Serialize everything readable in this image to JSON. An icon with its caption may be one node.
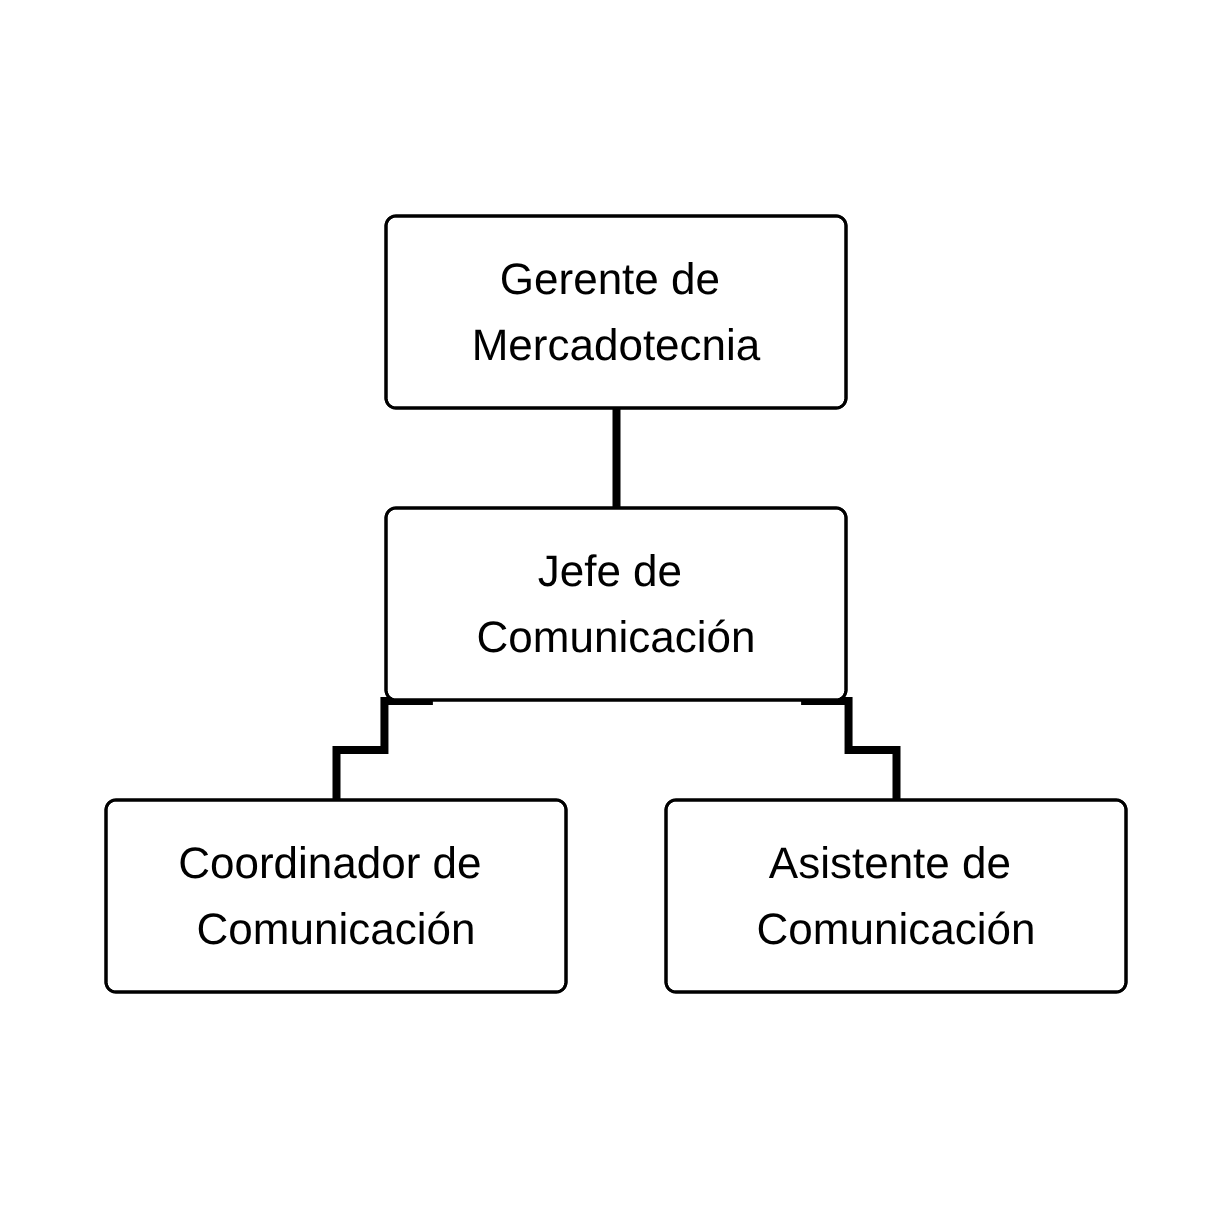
{
  "diagram": {
    "nodes": [
      {
        "text": [
          "Gerente de Mercadotecnia"
        ]
      },
      {
        "text": [
          "Jefe de Comunicación"
        ]
      },
      {
        "text": [
          "Coordinador de Comunicación"
        ]
      },
      {
        "text": [
          "Asistente de Comunicación"
        ]
      }
    ],
    "edges": [
      {
        "from": 0,
        "to": 1,
        "arrow": "none"
      },
      {
        "from": 1,
        "to": 2,
        "arrow": "none"
      },
      {
        "from": 1,
        "to": 3,
        "arrow": "none"
      }
    ]
  }
}
